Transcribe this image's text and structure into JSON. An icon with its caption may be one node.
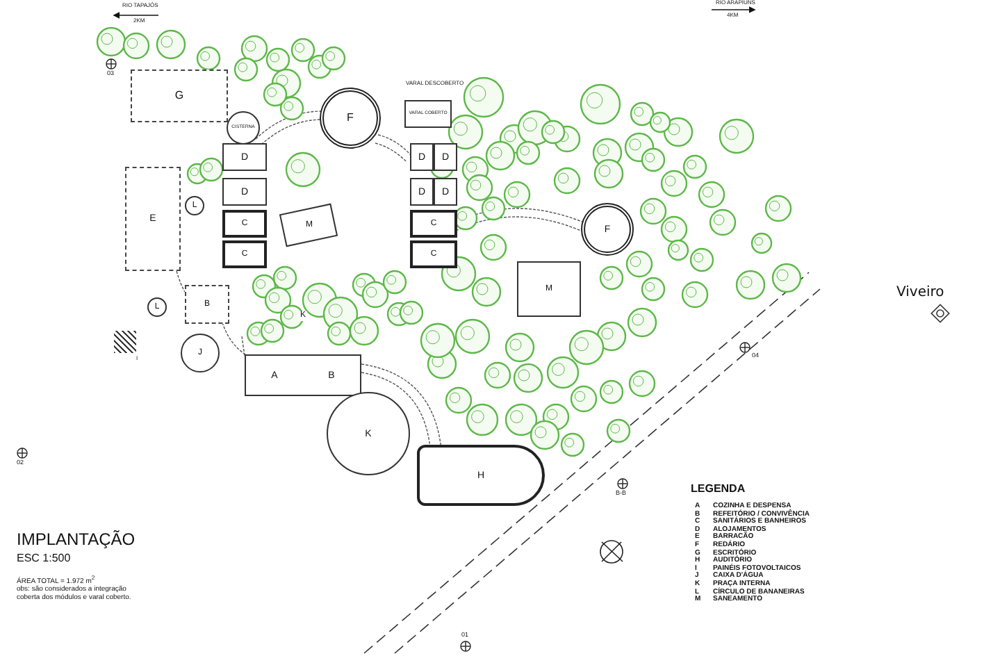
{
  "diagram": {
    "title": "IMPLANTAÇÃO",
    "nodes": [
      {
        "text": [
          "G"
        ]
      },
      {
        "text": [
          "CISTERNA"
        ]
      },
      {
        "text": [
          "F"
        ]
      },
      {
        "text": [
          "VARAL COBERTO"
        ],
        "beside": [
          "VARAL DESCOBERTO"
        ]
      },
      {
        "text": [
          "D"
        ]
      },
      {
        "text": [
          "D"
        ]
      },
      {
        "text": [
          "D"
        ]
      },
      {
        "text": [
          "D"
        ]
      },
      {
        "text": [
          "D"
        ]
      },
      {
        "text": [
          "D"
        ]
      },
      {
        "text": [
          "C"
        ]
      },
      {
        "text": [
          "C"
        ]
      },
      {
        "text": [
          "C"
        ]
      },
      {
        "text": [
          "C"
        ]
      },
      {
        "text": [
          "E"
        ]
      },
      {
        "text": [
          "L"
        ]
      },
      {
        "text": [
          "M"
        ]
      },
      {
        "text": [
          "F"
        ]
      },
      {
        "text": [
          "M"
        ]
      },
      {
        "text": [
          "B"
        ]
      },
      {
        "text": [
          "L"
        ]
      },
      {
        "text": [],
        "shape": "picture",
        "beside": [
          "I"
        ]
      },
      {
        "text": [
          "J"
        ]
      },
      {
        "text": [
          "A",
          "B"
        ]
      },
      {
        "text": [
          "K"
        ]
      },
      {
        "text": [
          "H"
        ]
      }
    ],
    "labels": [
      "RIO TAPAJÓS",
      "2KM",
      "RIO ARAPIUNS",
      "4KM",
      "03",
      "K",
      "Viveiro",
      "04",
      "02",
      "B-B",
      "ESC 1:500",
      "ÁREA TOTAL = 1.972 m$^{2}$",
      "obs: são considerados a integração coberta dos módulos e varal coberto.",
      "LEGENDA",
      "A",
      "COZINHA E DESPENSA",
      "B",
      "REFEITÓRIO / CONVIVÊNCIA",
      "C",
      "SANITÁRIOS E BANHEIROS",
      "D",
      "ALOJAMENTOS",
      "E",
      "BARRACÃO",
      "F",
      "REDÁRIO",
      "G",
      "ESCRITÓRIO",
      "H",
      "AUDITÓRIO",
      "I",
      "PAINÉIS FOTOVOLTAICOS",
      "J",
      "CAIXA D'ÁGUA",
      "K",
      "PRAÇA INTERNA",
      "L",
      "CÍRCULO DE BANANEIRAS",
      "M",
      "SANEAMENTO",
      "01"
    ]
  }
}
